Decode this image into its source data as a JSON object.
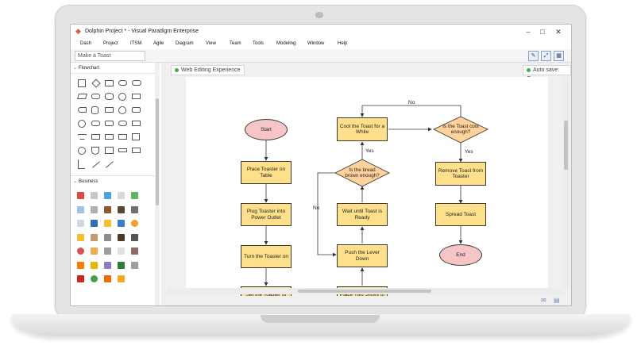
{
  "window": {
    "title": "Dolphin Project * - Visual Paradigm Enterprise",
    "minimize": "–",
    "maximize": "□",
    "close": "✕"
  },
  "menu": [
    "Dash",
    "Project",
    "ITSM",
    "Agile",
    "Diagram",
    "View",
    "Team",
    "Tools",
    "Modeling",
    "Window",
    "Help"
  ],
  "toolbar": {
    "search_value": "Make a Toast"
  },
  "left_panel": {
    "flowchart_label": "Flowchart",
    "business_label": "Business"
  },
  "canvas": {
    "web_editing_label": "Web Editing Experience",
    "autosave_label": "Auto save: On"
  },
  "flowchart": {
    "start": "Start",
    "place_toaster": "Place Toaster on Table",
    "plug_toaster": "Plug Toaster into Power Outlet",
    "turn_on": "Turn the Toaster on",
    "set_degree": "Set the Toaster to Desired Degree",
    "place_bread": "Place Two Slices of Bread into Toaster",
    "push_lever": "Push the Lever Down",
    "wait_ready": "Wait until Toast is Ready",
    "bread_brown": "Is the bread brown enough?",
    "cool_toast": "Cool the Toast for a While",
    "toast_cool": "Is the Toast cool enough?",
    "remove_toast": "Remove Toast from Toaster",
    "spread_toast": "Spread Toast",
    "end": "End",
    "yes_label": "Yes",
    "no_label": "No"
  },
  "colors": {
    "process_fill": "#ffe08a",
    "terminal_fill": "#f6c6c6",
    "decision_fill": "#ffd29a",
    "app_icon": "#e2573a",
    "status_green": "#3cb44b"
  },
  "icons": {
    "app": "visual-paradigm-logo-icon",
    "toolbar": [
      "pin-icon",
      "fit-view-icon",
      "layout-icon"
    ],
    "status": [
      "mail-icon",
      "document-icon"
    ]
  }
}
